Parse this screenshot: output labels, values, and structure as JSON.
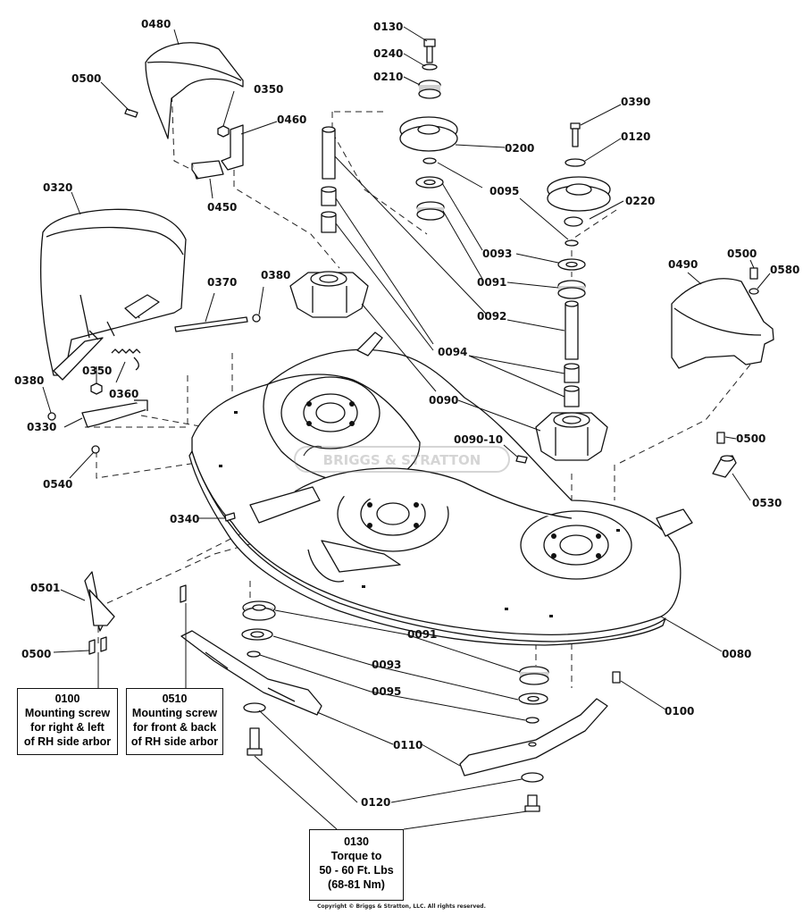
{
  "labels": {
    "l0480": "0480",
    "l0500a": "0500",
    "l0350a": "0350",
    "l0460": "0460",
    "l0450": "0450",
    "l0320": "0320",
    "l0370": "0370",
    "l0380a": "0380",
    "l0380b": "0380",
    "l0350b": "0350",
    "l0360": "0360",
    "l0330": "0330",
    "l0540": "0540",
    "l0340": "0340",
    "l0501": "0501",
    "l0500b": "0500",
    "l0130a": "0130",
    "l0240": "0240",
    "l0210": "0210",
    "l0200": "0200",
    "l0095a": "0095",
    "l0093a": "0093",
    "l0091a": "0091",
    "l0092": "0092",
    "l0094": "0094",
    "l0090": "0090",
    "l0390": "0390",
    "l0120a": "0120",
    "l0220": "0220",
    "l0490": "0490",
    "l0500c": "0500",
    "l0580": "0580",
    "l0090_10": "0090-10",
    "l0500d": "0500",
    "l0530": "0530",
    "l0080": "0080",
    "l0091b": "0091",
    "l0093b": "0093",
    "l0095b": "0095",
    "l0100": "0100",
    "l0110": "0110",
    "l0120b": "0120"
  },
  "notes": {
    "n0100": [
      "0100",
      "Mounting screw",
      "for right & left",
      "of RH side arbor"
    ],
    "n0510": [
      "0510",
      "Mounting screw",
      "for front & back",
      "of RH side arbor"
    ],
    "n0130": [
      "0130",
      "Torque to",
      "50 - 60 Ft. Lbs",
      "(68-81 Nm)"
    ]
  },
  "watermark": "BRIGGS & STRATTON",
  "copyright": "Copyright © Briggs & Stratton, LLC. All rights reserved."
}
